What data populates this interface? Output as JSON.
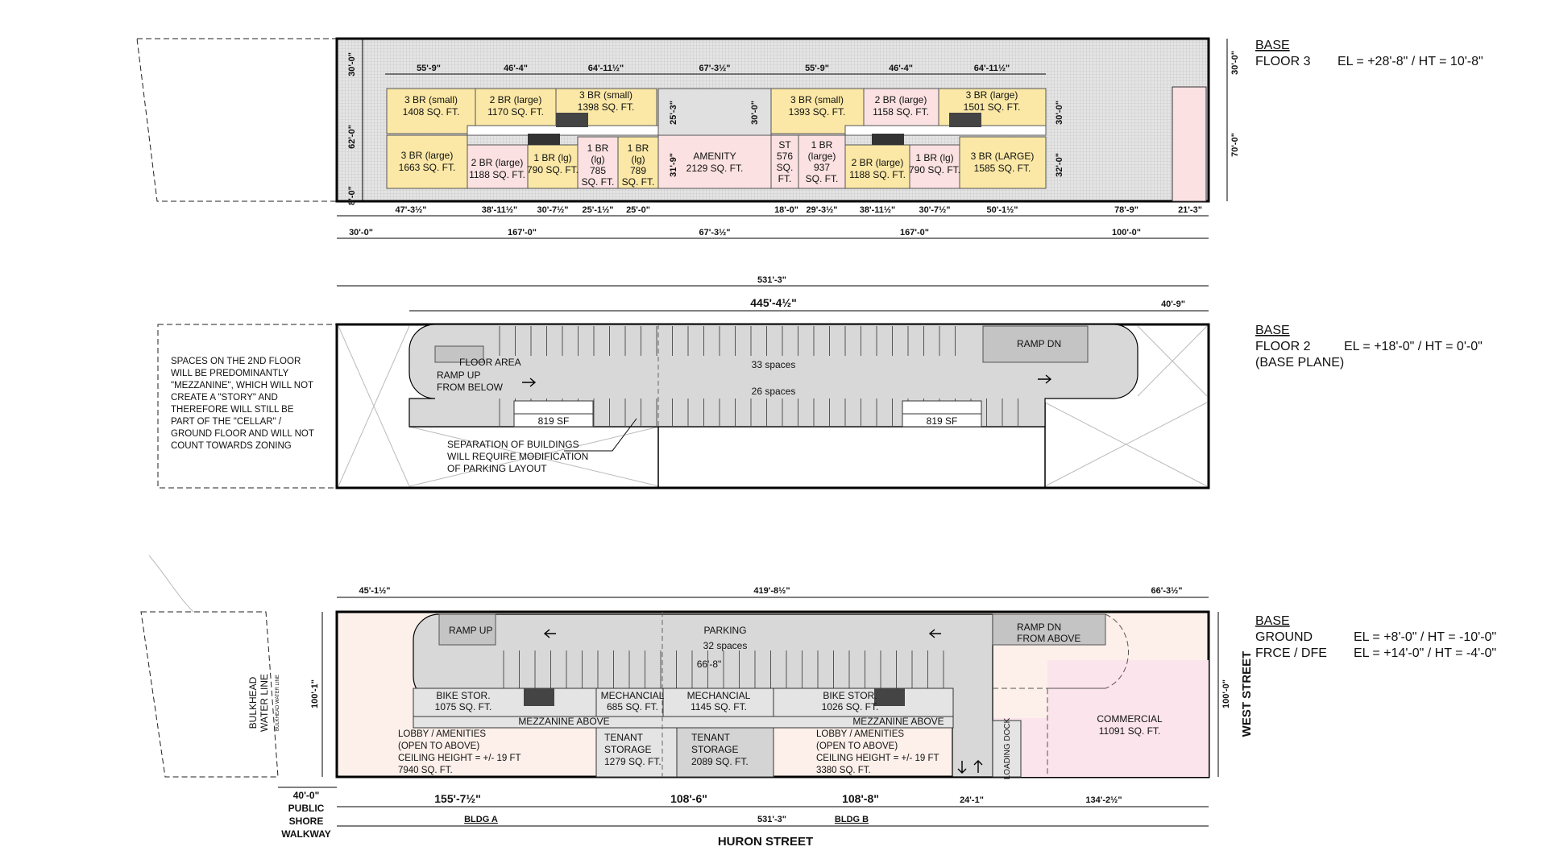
{
  "colors": {
    "unit_yellow": "#fbe8a6",
    "unit_pink": "#fbe1e1",
    "gray": "#d7d7d7",
    "hatch": "#b9b9b9",
    "commercial": "#fce4ec",
    "lobby": "#fdf0ea"
  },
  "floor3": {
    "title": [
      "BASE",
      "FLOOR 3"
    ],
    "elev": "EL = +28'-8\" / HT = 10'-8\"",
    "top_dims": [
      "55'-9\"",
      "46'-4\"",
      "64'-11½\"",
      "67'-3½\"",
      "55'-9\"",
      "46'-4\"",
      "64'-11½\""
    ],
    "units": [
      {
        "name": "3 BR (small)",
        "area": "1408 SQ. FT."
      },
      {
        "name": "2 BR (large)",
        "area": "1170 SQ. FT."
      },
      {
        "name": "3 BR (small)",
        "area": "1398 SQ. FT."
      },
      {
        "name": "3 BR (large)",
        "area": "1663 SQ. FT."
      },
      {
        "name": "2 BR (large)",
        "area": "1188 SQ. FT."
      },
      {
        "name": "1 BR (lg)",
        "area": "790 SQ. FT."
      },
      {
        "name": "1 BR (lg)",
        "area": "785 SQ. FT."
      },
      {
        "name": "1 BR (lg)",
        "area": "789 SQ. FT."
      },
      {
        "name": "AMENITY",
        "area": "2129 SQ. FT."
      },
      {
        "name": "3 BR (small)",
        "area": "1393 SQ. FT."
      },
      {
        "name": "2 BR (large)",
        "area": "1158 SQ. FT."
      },
      {
        "name": "3 BR (large)",
        "area": "1501 SQ. FT."
      },
      {
        "name": "ST",
        "area": "576 SQ. FT."
      },
      {
        "name": "1 BR (large)",
        "area": "937 SQ. FT."
      },
      {
        "name": "2 BR (large)",
        "area": "1188 SQ. FT."
      },
      {
        "name": "1 BR (lg)",
        "area": "790 SQ. FT."
      },
      {
        "name": "3 BR (LARGE)",
        "area": "1585 SQ. FT."
      }
    ],
    "side_dims": [
      "30'-0\"",
      "62'-0\"",
      "8'-0\""
    ],
    "inner_dims": [
      "25'-3\"",
      "30'-0\"",
      "31'-9\"",
      "30'-0\"",
      "32'-0\""
    ],
    "right_dims": [
      "30'-0\"",
      "70'-0\""
    ],
    "bottom_dims1": [
      "47'-3½\"",
      "38'-11½\"",
      "30'-7½\"",
      "25'-1½\"",
      "25'-0\"",
      "18'-0\"",
      "29'-3½\"",
      "38'-11½\"",
      "30'-7½\"",
      "50'-1½\"",
      "78'-9\"",
      "21'-3\""
    ],
    "bottom_dims2": [
      "30'-0\"",
      "167'-0\"",
      "67'-3½\"",
      "167'-0\"",
      "100'-0\""
    ]
  },
  "floor2": {
    "title": [
      "BASE",
      "FLOOR 2",
      "(BASE PLANE)"
    ],
    "elev": "EL = +18'-0\" / HT = 0'-0\"",
    "overall": "531'-3\"",
    "garage_len": "445'-4½\"",
    "right_dim": "40'-9\"",
    "note": [
      "SPACES ON THE 2ND FLOOR",
      "WILL BE PREDOMINANTLY",
      "\"MEZZANINE\", WHICH WILL NOT",
      "CREATE A \"STORY\" AND",
      "THEREFORE WILL STILL BE",
      "PART OF THE \"CELLAR\" /",
      "GROUND FLOOR AND WILL NOT",
      "COUNT TOWARDS ZONING"
    ],
    "floor_area": "FLOOR AREA",
    "ramp_up": [
      "RAMP UP",
      "FROM BELOW"
    ],
    "ramp_dn": "RAMP DN",
    "spaces_top": "33 spaces",
    "spaces_bottom": "26 spaces",
    "core_area": "819 SF",
    "separation": [
      "SEPARATION OF BUILDINGS",
      "WILL REQUIRE MODIFICATION",
      "OF PARKING LAYOUT"
    ]
  },
  "ground": {
    "title": [
      "BASE",
      "GROUND",
      "FRCE / DFE"
    ],
    "elev": [
      "EL = +8'-0\" / HT = -10'-0\"",
      "EL = +14'-0\" / HT = -4'-0\""
    ],
    "top_dims": [
      "45'-1½\"",
      "419'-8½\"",
      "66'-3½\""
    ],
    "ramp_up": "RAMP UP",
    "parking": "PARKING",
    "spaces": "32 spaces",
    "inner_dim": "66'-8\"",
    "ramp_dn": [
      "RAMP DN",
      "FROM ABOVE"
    ],
    "rooms": [
      {
        "name": "BIKE STOR.",
        "area": "1075 SQ. FT."
      },
      {
        "name": "MECHANCIAL",
        "area": "685 SQ. FT."
      },
      {
        "name": "MECHANCIAL",
        "area": "1145 SQ. FT."
      },
      {
        "name": "BIKE STOR.",
        "area": "1026 SQ. FT."
      }
    ],
    "mezzanine": "MEZZANINE ABOVE",
    "lobby_a": [
      "LOBBY / AMENITIES",
      "(OPEN TO ABOVE)",
      "CEILING HEIGHT = +/- 19 FT",
      "7940 SQ. FT."
    ],
    "storage_a": [
      "TENANT",
      "STORAGE",
      "1279 SQ. FT."
    ],
    "storage_b": [
      "TENANT",
      "STORAGE",
      "2089 SQ. FT."
    ],
    "lobby_b": [
      "LOBBY / AMENITIES",
      "(OPEN TO ABOVE)",
      "CEILING HEIGHT = +/- 19 FT",
      "3380 SQ. FT."
    ],
    "loading": "LOADING DOCK",
    "commercial": [
      "COMMERCIAL",
      "11091 SQ. FT."
    ],
    "left_dim": "100'-1\"",
    "right_dim": "100'-0\"",
    "west_street": "WEST STREET",
    "bulkhead": [
      "BULKHEAD",
      "WATER LINE"
    ],
    "bulkhead_small": "BULKHEAD WATER LINE",
    "walkway": [
      "40'-0\"",
      "PUBLIC",
      "SHORE",
      "WALKWAY"
    ],
    "bottom_dims": [
      "155'-7½\"",
      "108'-6\"",
      "108'-8\"",
      "24'-1\"",
      "134'-2½\""
    ],
    "overall": "531'-3\"",
    "bldg_a": "BLDG A",
    "bldg_b": "BLDG B",
    "huron": "HURON STREET"
  }
}
